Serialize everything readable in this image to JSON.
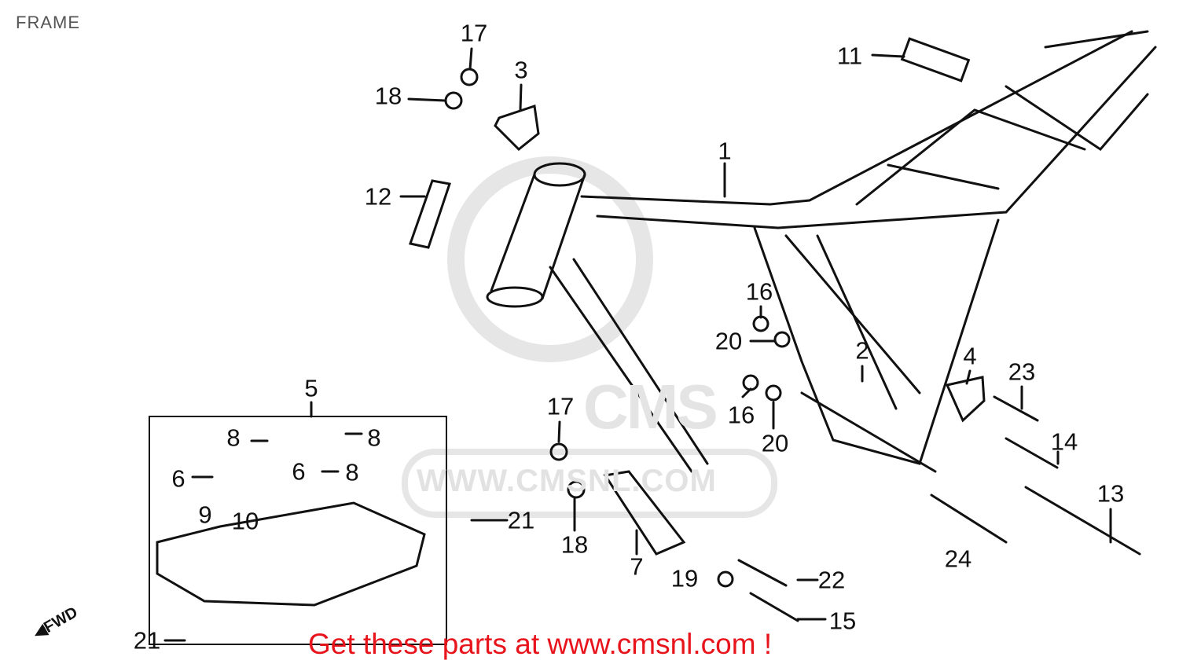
{
  "title": "FRAME",
  "watermark": {
    "logo": "CMS",
    "site": "WWW.CMSNL.COM"
  },
  "fwd_label": "FWD",
  "promo": "Get these parts at www.cmsnl.com !",
  "callouts": [
    "17",
    "18",
    "3",
    "11",
    "12",
    "1",
    "16",
    "20",
    "2",
    "4",
    "23",
    "16",
    "20",
    "17",
    "5",
    "8",
    "8",
    "6",
    "6",
    "8",
    "9",
    "10",
    "21",
    "18",
    "7",
    "14",
    "13",
    "24",
    "19",
    "22",
    "15",
    "21"
  ]
}
